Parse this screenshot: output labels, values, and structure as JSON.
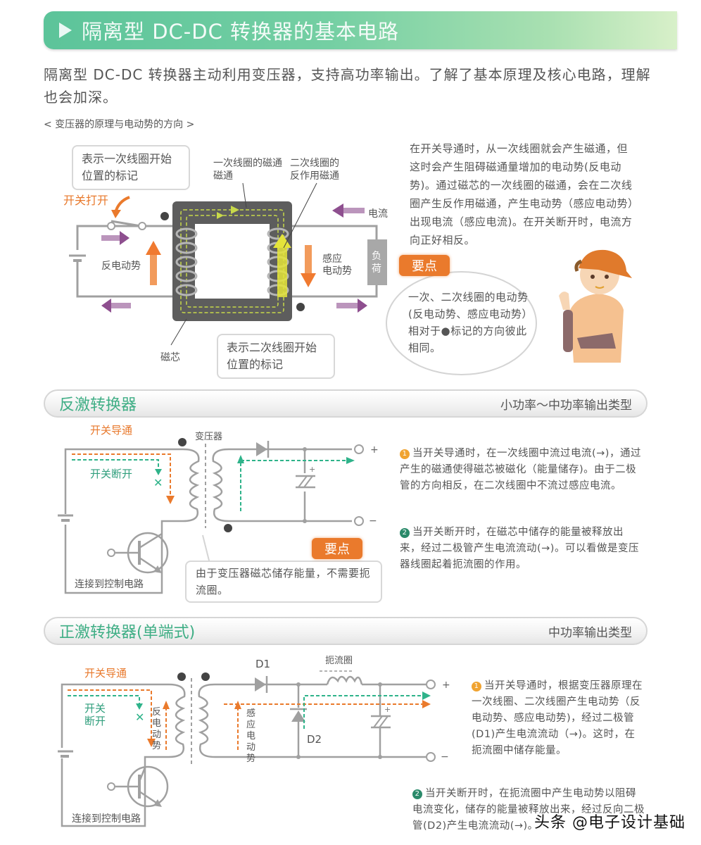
{
  "header": {
    "title": "隔离型 DC-DC 转换器的基本电路"
  },
  "intro": {
    "text": "隔离型 DC-DC 转换器主动利用变压器，支持高功率输出。了解了基本原理及核心电路，理解也会加深。"
  },
  "transformer_section": {
    "subheading": "< 变压器的原理与电动势的方向 >",
    "callout_primary_mark": "表示一次线圈开始位置的标记",
    "callout_secondary_mark": "表示二次线圈开始位置的标记",
    "label_primary_flux": "一次线圈的磁通",
    "label_secondary_flux": "二次线圈的反作用磁通",
    "label_switch_open": "开关打开",
    "label_current": "电流",
    "label_back_emf": "反电动势",
    "label_induced_emf": "感应电动势",
    "label_load": "负荷",
    "label_core": "磁芯",
    "description": "在开关导通时，从一次线圈就会产生磁通，但这时会产生阻碍磁通量增加的电动势(反电动势)。通过磁芯的一次线圈的磁通，会在二次线圈产生反作用磁通，产生电动势（感应电动势）出现电流（感应电流)。在开关断开时，电流方向正好相反。",
    "keypoint_tag": "要点",
    "keypoint_text": "一次、二次线圈的电动势(反电动势、感应电动势）相对于●标记的方向彼此相同。"
  },
  "flyback_section": {
    "title": "反激转换器",
    "tag": "小功率～中功率输出类型",
    "label_switch_on": "开关导通",
    "label_switch_off": "开关断开",
    "label_transformer": "变压器",
    "label_control": "连接到控制电路",
    "label_plus": "+",
    "label_minus": "−",
    "keypoint_tag": "要点",
    "keypoint_text": "由于变压器磁芯储存能量，不需要扼流圈。",
    "points": [
      {
        "num": "1",
        "text": "当开关导通时，在一次线圈中流过电流(→)，通过产生的磁通使得磁芯被磁化（能量储存)。由于二极管的方向相反，在二次线圈中不流过感应电流。"
      },
      {
        "num": "2",
        "text": "当开关断开时，在磁芯中储存的能量被释放出来，经过二极管产生电流流动(→)。可以看做是变压器线圈起着扼流圈的作用。"
      }
    ]
  },
  "forward_section": {
    "title": "正激转换器(单端式)",
    "tag": "中功率输出类型",
    "label_switch_on": "开关导通",
    "label_switch_off": "开关断开",
    "label_back_emf": "反电动势",
    "label_induced_emf": "感应电动势",
    "label_d1": "D1",
    "label_d2": "D2",
    "label_choke": "扼流圈",
    "label_control": "连接到控制电路",
    "label_plus": "+",
    "label_minus": "−",
    "points": [
      {
        "num": "1",
        "text": "当开关导通时，根据变压器原理在一次线圈、二次线圈产生电动势（反电动势、感应电动势)，经过二极管(D1)产生电流流动（→)。这时，在扼流圈中储存能量。"
      },
      {
        "num": "2",
        "text": "当开关断开时，在扼流圈中产生电动势以阻碍电流变化，储存的能量被释放出来，经过反向二极管(D2)产生电流流动(→)。"
      }
    ]
  },
  "watermark": "头条 @电子设计基础",
  "colors": {
    "banner_green": "#5cc49a",
    "section_title_green": "#3fae85",
    "accent_orange": "#ea7a2c",
    "dashed_green": "#2fb38a",
    "arrow_purple": "#8e4f8f",
    "core_gray": "#5a5a5a",
    "wire_gray": "#9a9a9a"
  }
}
